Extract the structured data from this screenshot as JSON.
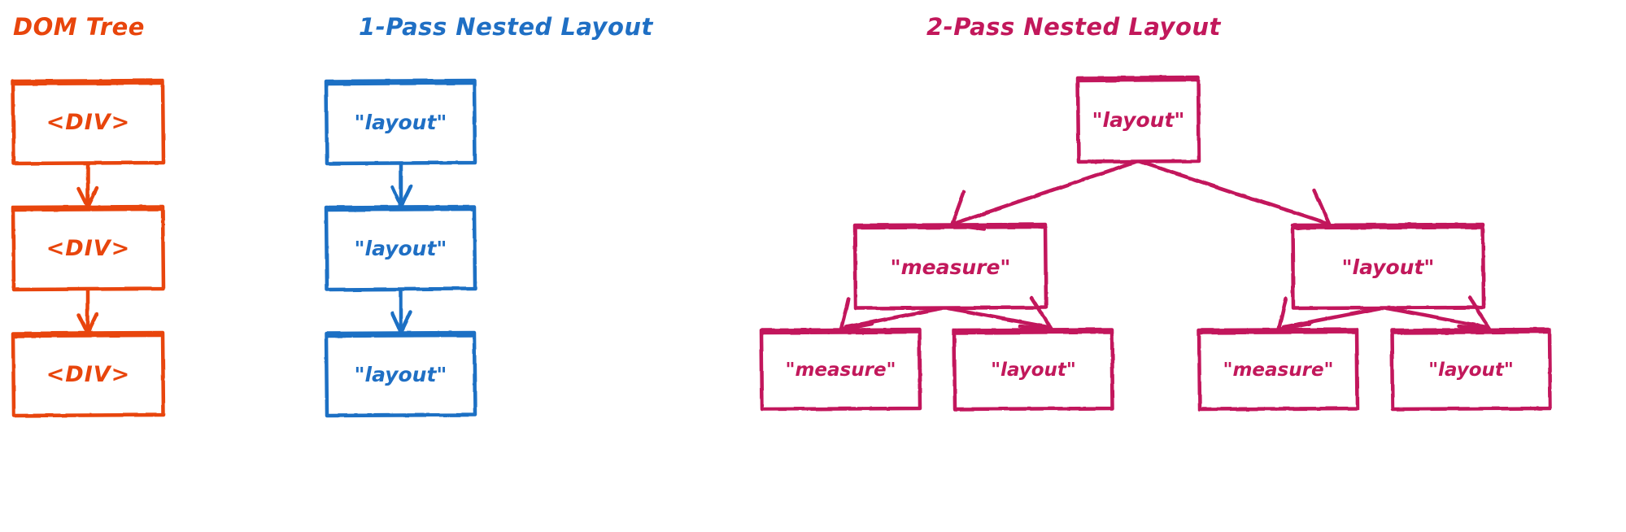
{
  "palette": {
    "orange": "#e8450c",
    "blue": "#1f6fc4",
    "crimson": "#c2185b",
    "background": "#ffffff"
  },
  "columns": [
    {
      "id": "dom-tree",
      "title": "DOM Tree",
      "color": "#e8450c",
      "kind": "chain",
      "nodes": [
        {
          "label": "<DIV>"
        },
        {
          "label": "<DIV>"
        },
        {
          "label": "<DIV>"
        }
      ]
    },
    {
      "id": "one-pass-nested-layout",
      "title": "1-Pass Nested Layout",
      "color": "#1f6fc4",
      "kind": "chain",
      "nodes": [
        {
          "label": "\"layout\""
        },
        {
          "label": "\"layout\""
        },
        {
          "label": "\"layout\""
        }
      ]
    },
    {
      "id": "two-pass-nested-layout",
      "title": "2-Pass Nested Layout",
      "color": "#c2185b",
      "kind": "tree",
      "nodes": {
        "root": {
          "label": "\"layout\""
        },
        "level2": [
          {
            "label": "\"measure\""
          },
          {
            "label": "\"layout\""
          }
        ],
        "level3": [
          {
            "label": "\"measure\""
          },
          {
            "label": "\"layout\""
          },
          {
            "label": "\"measure\""
          },
          {
            "label": "\"layout\""
          }
        ]
      }
    }
  ]
}
